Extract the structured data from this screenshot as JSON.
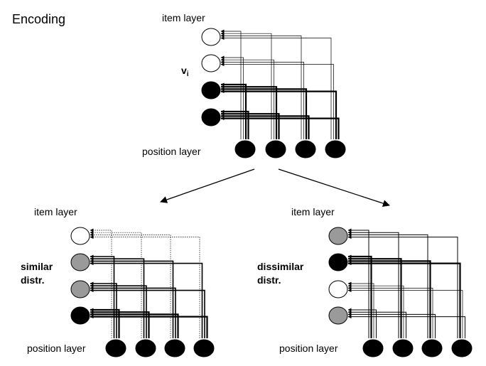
{
  "title": "Encoding",
  "top": {
    "item_layer_label": "item layer",
    "position_layer_label": "position layer",
    "vi_main": "v",
    "vi_sub": "i",
    "item_fills": [
      "white",
      "white",
      "black",
      "black"
    ]
  },
  "left": {
    "item_layer_label": "item layer",
    "position_layer_label": "position layer",
    "note_line1": "similar",
    "note_line2": "distr.",
    "item_fills": [
      "white",
      "gray",
      "gray",
      "black"
    ]
  },
  "right": {
    "item_layer_label": "item layer",
    "position_layer_label": "position layer",
    "note_line1": "dissimilar",
    "note_line2": "distr.",
    "item_fills": [
      "gray",
      "black",
      "white",
      "gray"
    ]
  },
  "colors": {
    "white": "#ffffff",
    "gray": "#9a9a9a",
    "black": "#000000"
  }
}
